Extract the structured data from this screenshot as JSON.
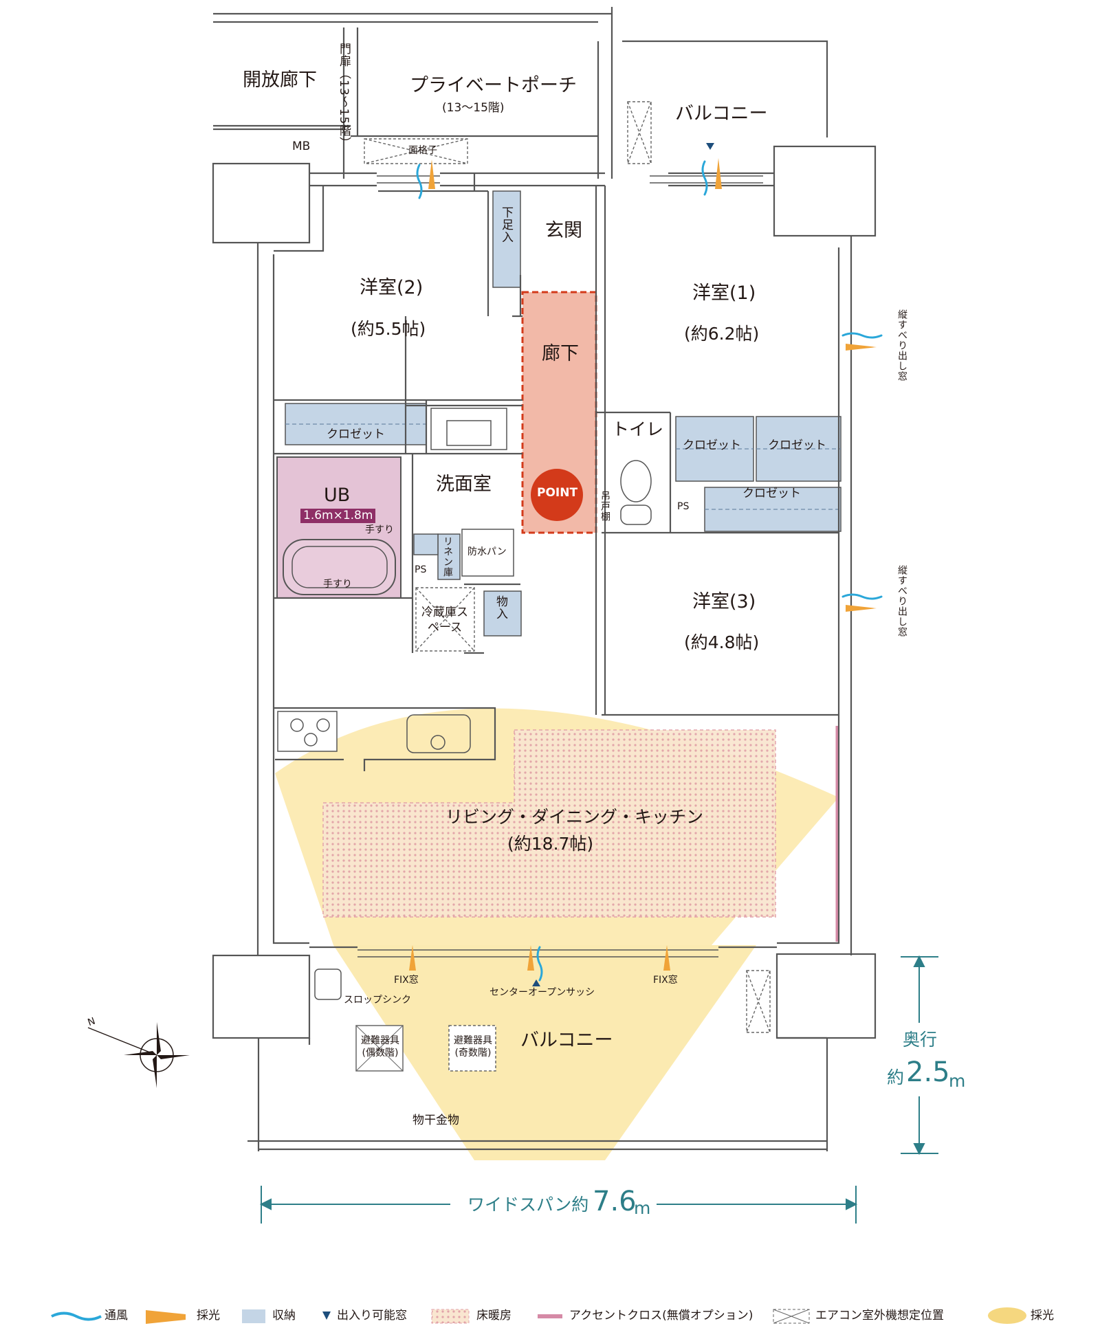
{
  "corridor": {
    "label": "開放廊下",
    "gate": "門扉（13〜15階）",
    "mb": "MB"
  },
  "porch": {
    "title": "プライベートポーチ",
    "note": "(13〜15階)"
  },
  "north_balcony": "バルコニー",
  "lattice": "面格子",
  "rooms": {
    "genkan": "玄関",
    "shoe_storage": "下足入",
    "western2": {
      "name": "洋室(2)",
      "size": "(約5.5帖)"
    },
    "western1": {
      "name": "洋室(1)",
      "size": "(約6.2帖)"
    },
    "western3": {
      "name": "洋室(3)",
      "size": "(約4.8帖)"
    },
    "hallway": "廊下",
    "toilet": "トイレ",
    "wash_room": "洗面室",
    "ub": {
      "name": "UB",
      "size": "1.6m×1.8m",
      "rail1": "手すり",
      "rail2": "手すり"
    },
    "closet": "クロゼット",
    "ps": "PS",
    "hanging_shelf": "吊戸棚",
    "linen": "リネン庫",
    "waterproof_pan": "防水パン",
    "fridge": "冷蔵庫スペース",
    "storage": "物入",
    "ldk": {
      "name": "リビング・ダイニング・キッチン",
      "size": "(約18.7帖)"
    }
  },
  "point_badge": "POINT",
  "windows": {
    "side": "縦すべり出し窓",
    "fix_left": "FIX窓",
    "center": "センターオープンサッシ",
    "fix_right": "FIX窓"
  },
  "south_balcony": {
    "label": "バルコニー",
    "slop_sink": "スロップシンク",
    "escape_even": "避難器具(偶数階)",
    "escape_odd": "避難器具(奇数階)",
    "drying": "物干金物"
  },
  "dimensions": {
    "depth_label": "奥行",
    "depth_prefix": "約",
    "depth_value": "2.5",
    "depth_unit": "m",
    "span_label": "ワイドスパン約",
    "span_value": "7.6",
    "span_unit": "m"
  },
  "compass": "N",
  "legend": [
    {
      "label": "通風",
      "swatch": "wind",
      "color": "#2aa7d9"
    },
    {
      "label": "採光",
      "swatch": "light-arrow",
      "color": "#f0a338"
    },
    {
      "label": "収納",
      "swatch": "storage",
      "color": "#b7cbde"
    },
    {
      "label": "出入り可能窓",
      "swatch": "triangle",
      "color": "#1d4e7c"
    },
    {
      "label": "床暖房",
      "swatch": "floor-heating",
      "color": "#e9a9b6"
    },
    {
      "label": "アクセントクロス(無償オプション)",
      "swatch": "accent",
      "color": "#d58aa6"
    },
    {
      "label": "エアコン室外機想定位置",
      "swatch": "aircon",
      "color": "#666666"
    },
    {
      "label": "採光",
      "swatch": "light-area",
      "color": "#f5d77f"
    }
  ],
  "colors": {
    "light": "#fbe8a8",
    "hallway": "#f2b9a8",
    "point": "#d33a1a",
    "ub": "#e4c3d6",
    "storage": "#c4d5e6",
    "dim": "#2d7e88"
  }
}
